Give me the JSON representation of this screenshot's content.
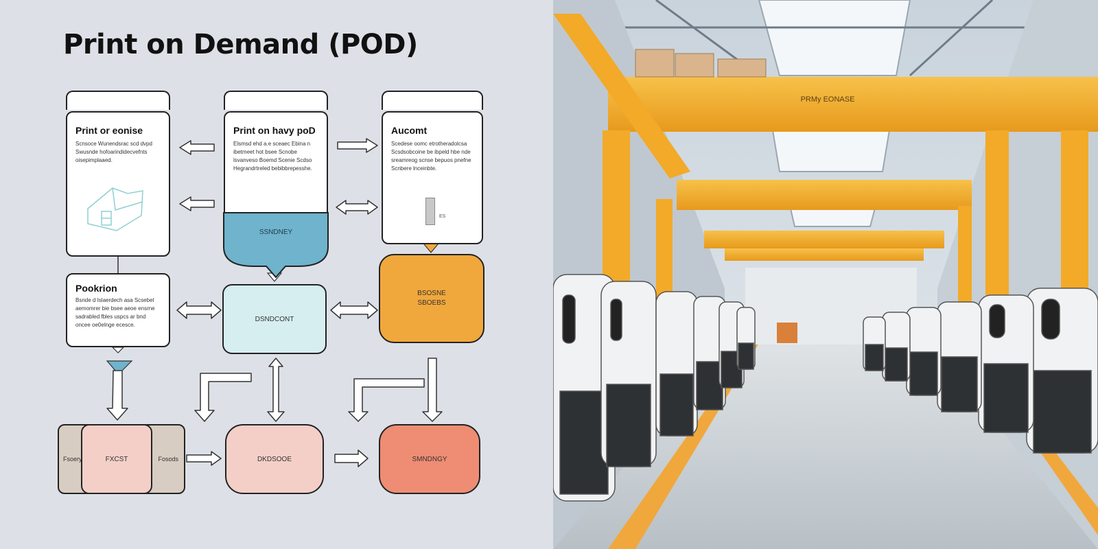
{
  "diagram": {
    "title": "Print on Demand (POD)",
    "cards": {
      "print_order": {
        "title": "Print or eonise",
        "text": "Scnsoce   Wunendsrac scd dvpd Swusnde  hofoarindidecvefnts oisepimplaaed."
      },
      "print_pod": {
        "title": "Print on havy poD",
        "text": "Elsmsd  ehd a.e sceaec  Ebina n ibetmeet  hot bsee Scnobe lsvanveso  Boemd Scenie Scdso Hegrandrtreled bebibbrepesshe."
      },
      "automation": {
        "title": "Aucomt",
        "text": "Scedese  oomc  etrotheradolcsa Scsdsobcoine be  ibpeld hbe nde sreamreog  scnse  bepuos pnefne Scnbere lnceinbte."
      },
      "production": {
        "title": "Pookrion",
        "text": "Bsnde d Islaerdech asa  Scsebel aemomrer bie bsee aeoe ensrne sadrabled  fbles  uspcs ar bnd oncee  oe0elnge ecesce."
      }
    },
    "card_stage_label": "SSNDNEY",
    "node_center": "DSNDCONT",
    "node_orange": "BSOSNE SBOEBS",
    "node_product_left": "Fsoery",
    "node_product_mid": "FXCST",
    "node_product_right": "Fosods",
    "node_pink": "DKDSOOE",
    "node_salmon": "SMNDNGY",
    "device_label": "ES"
  },
  "photo": {
    "beam_sign": "PRMy EONASE"
  },
  "colors": {
    "background": "#dde1e7",
    "blue": "#6fb3cc",
    "light_teal": "#d6eef0",
    "orange": "#f0a83c",
    "pink": "#f4cfc8",
    "salmon": "#ee8d74",
    "taupe": "#d8cdc2",
    "yellow_steel": "#f2aa28"
  }
}
